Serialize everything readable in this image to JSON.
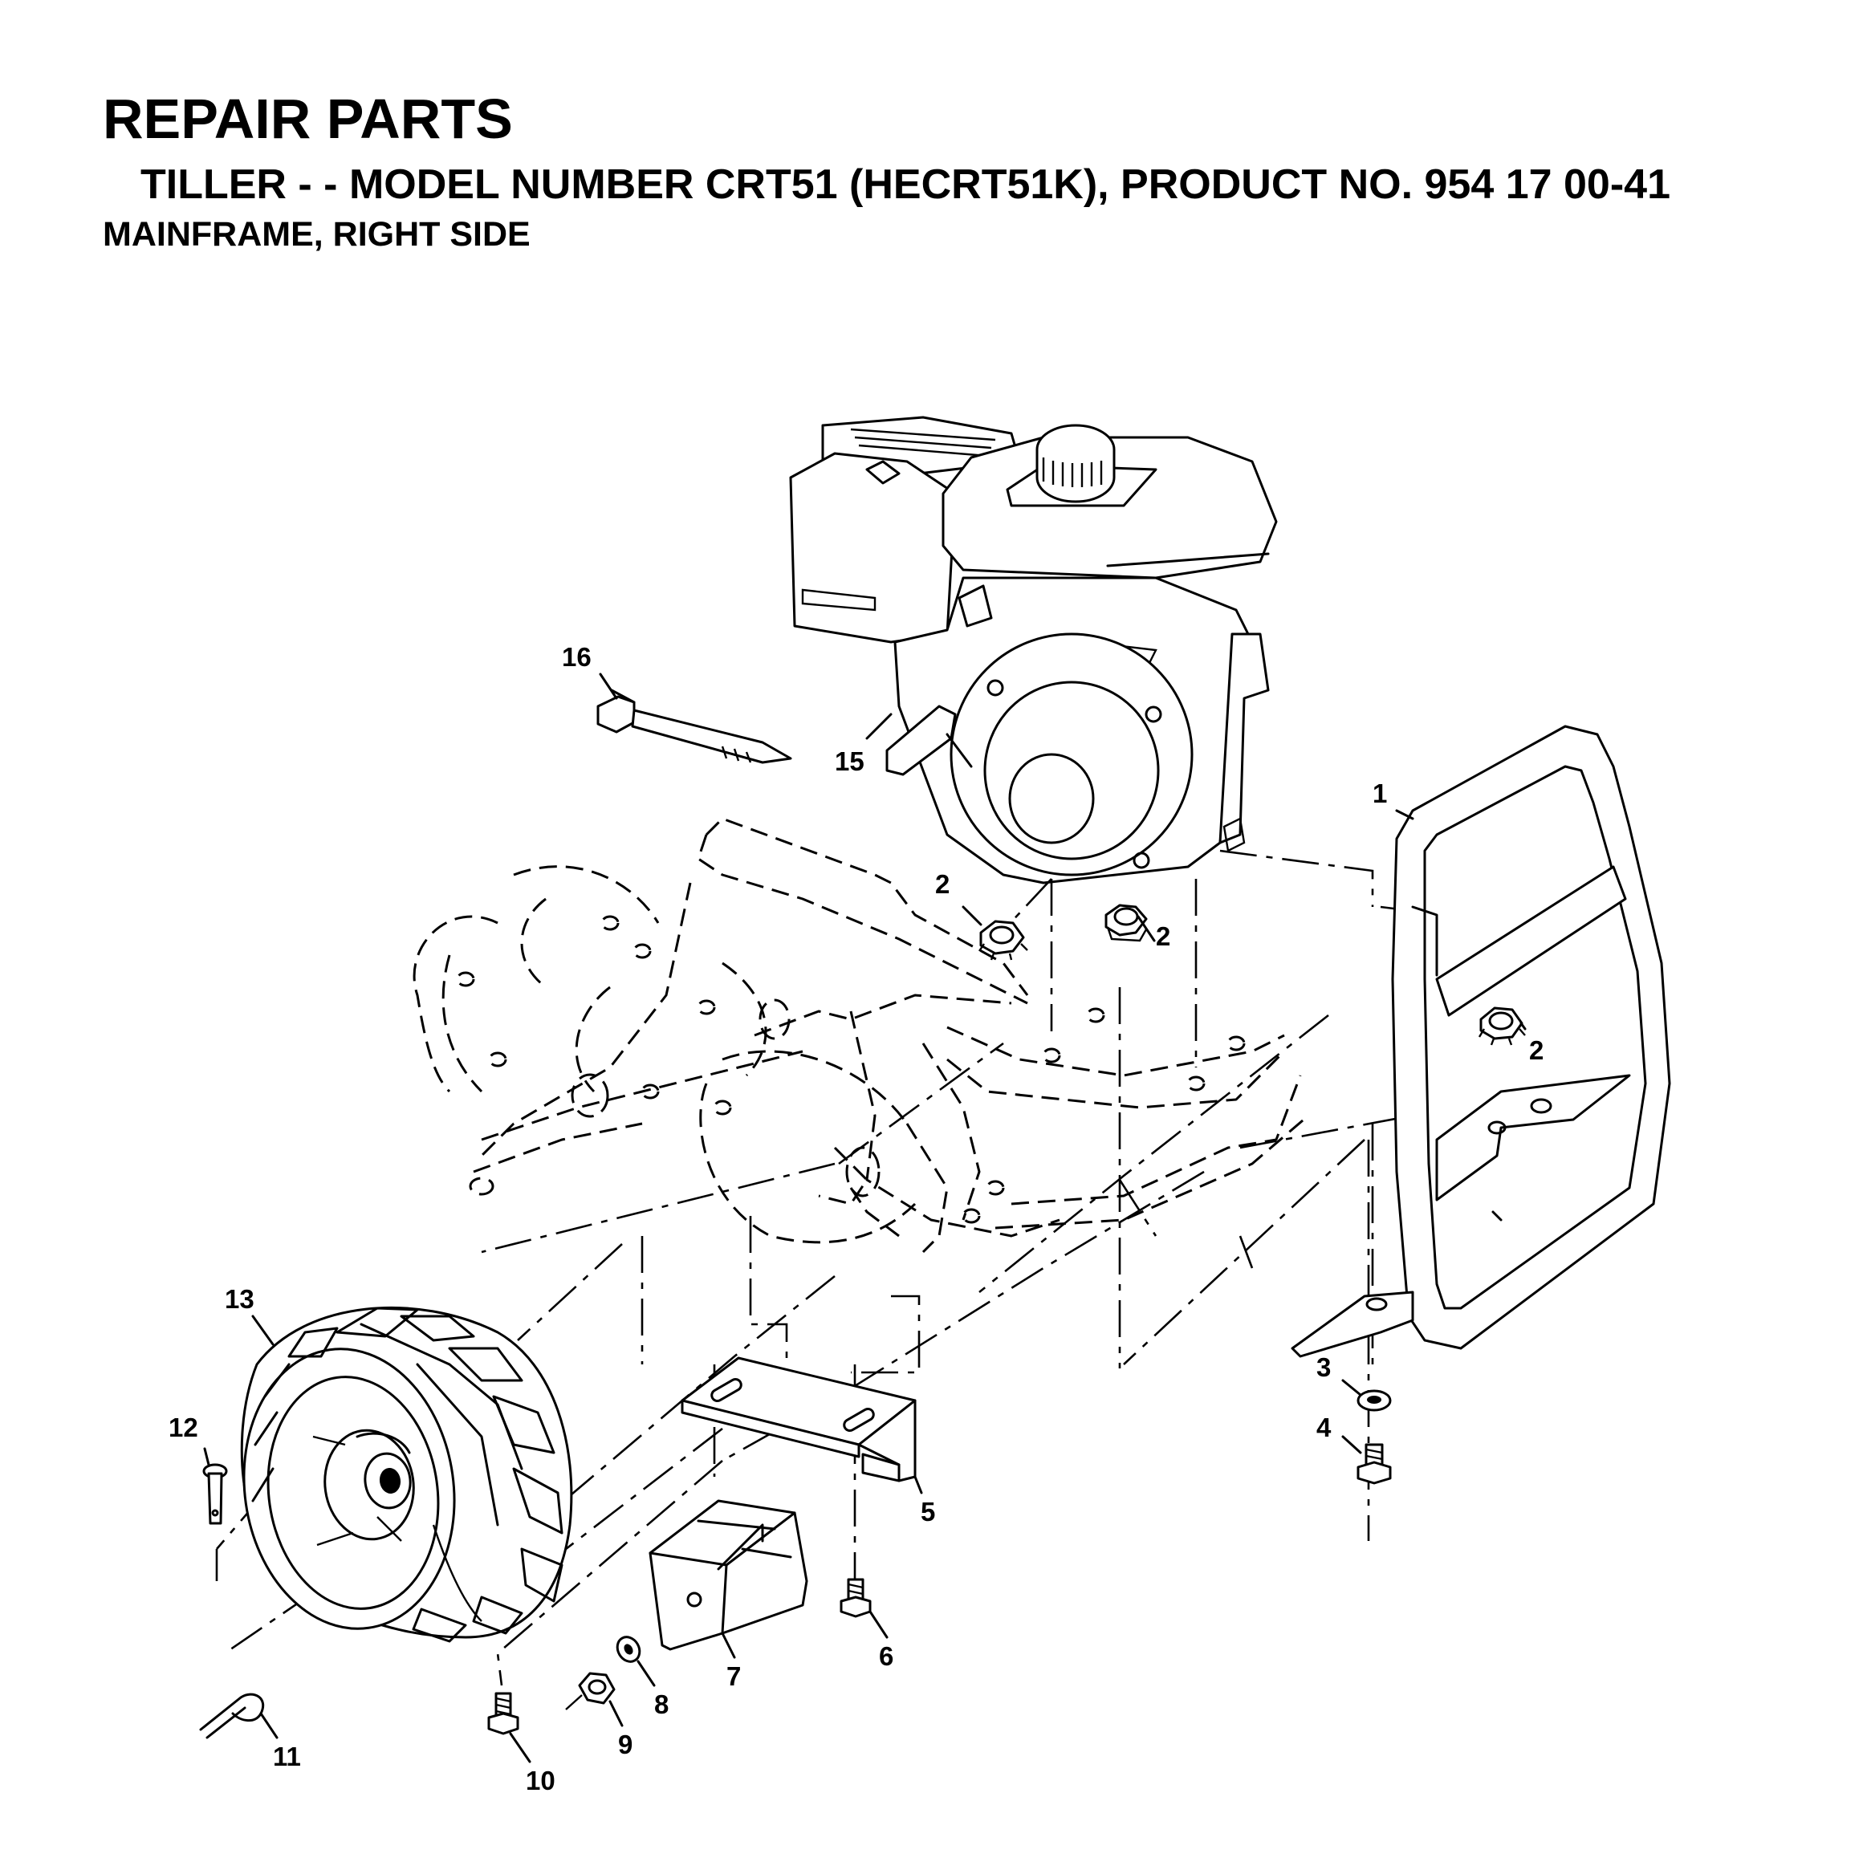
{
  "header": {
    "title": "REPAIR PARTS",
    "subtitle": "TILLER - - MODEL NUMBER CRT51 (HECRT51K), PRODUCT NO. 954 17 00-41",
    "section": "MAINFRAME, RIGHT SIDE"
  },
  "callouts": {
    "c1": "1",
    "c2a": "2",
    "c2b": "2",
    "c2c": "2",
    "c3": "3",
    "c4": "4",
    "c5": "5",
    "c6": "6",
    "c7": "7",
    "c8": "8",
    "c9": "9",
    "c10": "10",
    "c11": "11",
    "c12": "12",
    "c13": "13",
    "c15": "15",
    "c16": "16"
  }
}
